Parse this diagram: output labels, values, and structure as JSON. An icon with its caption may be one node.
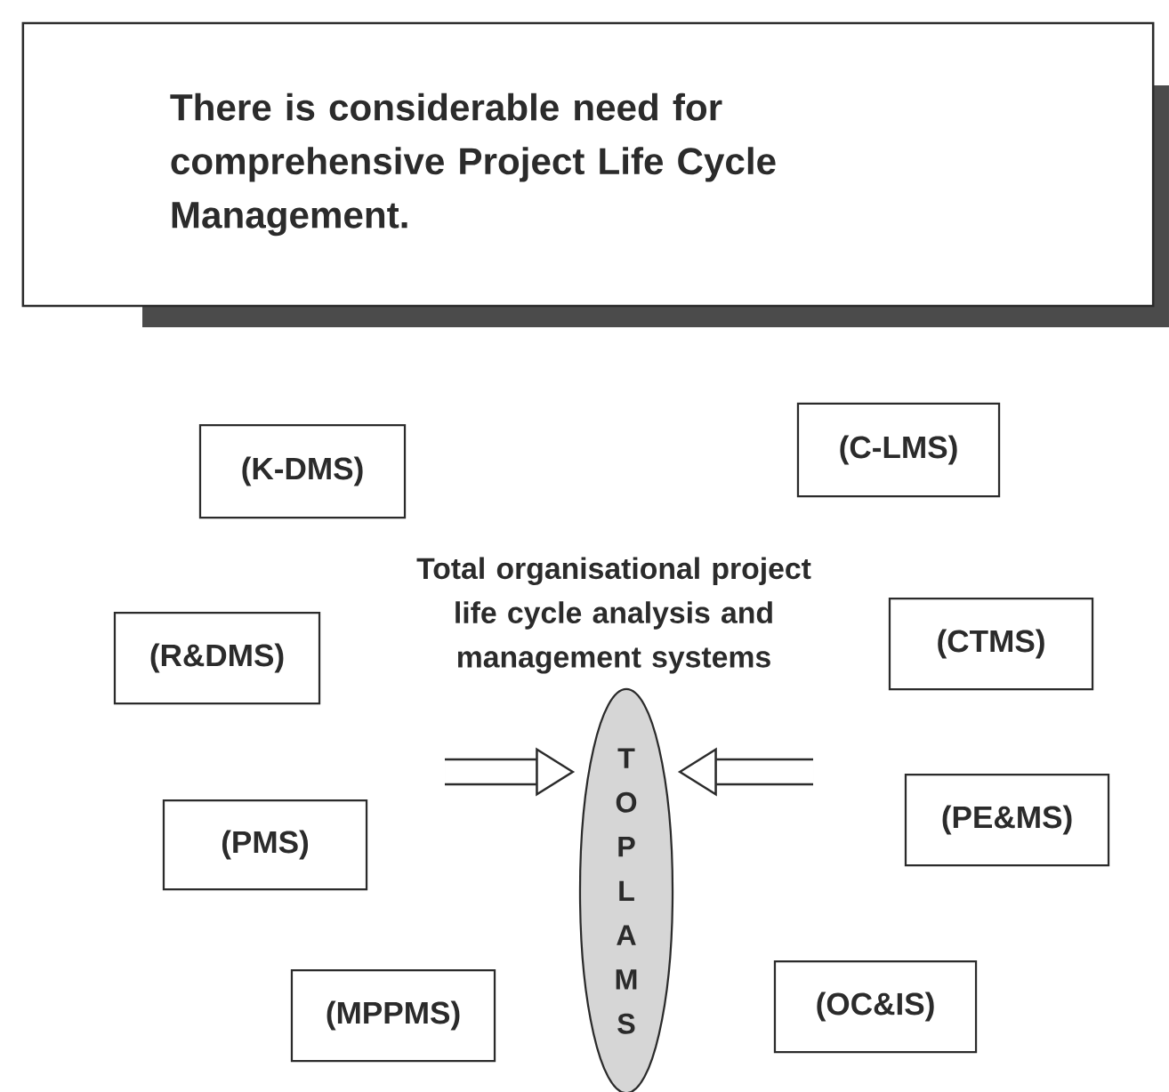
{
  "diagram": {
    "nodes": [
      {
        "text": [
          "There is considerable need for comprehensive Project Life Cycle Management."
        ]
      },
      {
        "text": [
          "(K-DMS)"
        ]
      },
      {
        "text": [
          "(C-LMS)"
        ]
      },
      {
        "text": [
          "TOPLAMS"
        ]
      },
      {
        "text": [
          "(R&DMS)"
        ]
      },
      {
        "text": [
          "(CTMS)"
        ]
      },
      {
        "text": [
          "(PMS)"
        ]
      },
      {
        "text": [
          "(PE&MS)"
        ]
      },
      {
        "text": [
          "(MPPMS)"
        ]
      },
      {
        "text": [
          "(OC&IS)"
        ]
      }
    ],
    "edges": [
      {
        "from": null,
        "to": 3,
        "arrow": "to"
      },
      {
        "from": null,
        "to": 3,
        "arrow": "to"
      }
    ],
    "labels": [
      "Total organisational project life cycle analysis and management systems"
    ]
  }
}
